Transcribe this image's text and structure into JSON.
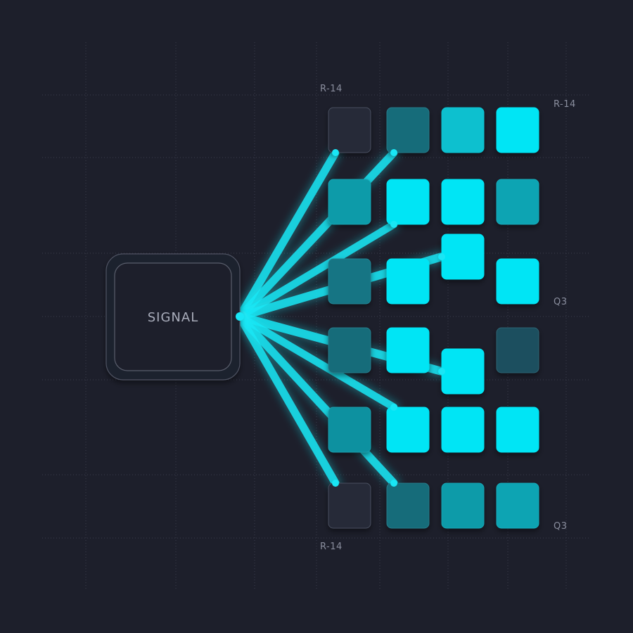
{
  "diagram": {
    "source_label": "SIGNAL",
    "labels": {
      "top_left": "R-14",
      "top_right": "R-14",
      "mid_right": "Q3",
      "bottom_left": "R-14",
      "bottom_right": "Q3"
    },
    "colors": {
      "background": "#1d1f2b",
      "beam": "#19e6f5",
      "cell_on": "#00e5f5",
      "cell_off": "#252b38",
      "node_border": "#5a5e6c"
    },
    "cells": [
      {
        "id": "r1c1",
        "row": 1,
        "col": 1,
        "level": 0.0
      },
      {
        "id": "r1c2",
        "row": 1,
        "col": 2,
        "level": 0.35
      },
      {
        "id": "r1c3",
        "row": 1,
        "col": 3,
        "level": 0.8
      },
      {
        "id": "r1c4",
        "row": 1,
        "col": 4,
        "level": 1.0
      },
      {
        "id": "r2c1",
        "row": 2,
        "col": 1,
        "level": 0.6
      },
      {
        "id": "r2c2",
        "row": 2,
        "col": 2,
        "level": 1.0
      },
      {
        "id": "r2c3",
        "row": 2,
        "col": 3,
        "level": 1.0
      },
      {
        "id": "r2c4",
        "row": 2,
        "col": 4,
        "level": 0.65
      },
      {
        "id": "r3c1",
        "row": 3,
        "col": 1,
        "level": 0.4
      },
      {
        "id": "r3c2",
        "row": 3,
        "col": 2,
        "level": 1.0
      },
      {
        "id": "r3c3",
        "row": 3,
        "col": 3,
        "level": 1.0,
        "offset": "up"
      },
      {
        "id": "r3c4",
        "row": 3,
        "col": 4,
        "level": 1.0
      },
      {
        "id": "r4c1",
        "row": 4,
        "col": 1,
        "level": 0.35
      },
      {
        "id": "r4c2",
        "row": 4,
        "col": 2,
        "level": 1.0
      },
      {
        "id": "r4c3",
        "row": 4,
        "col": 3,
        "level": 1.0,
        "offset": "down"
      },
      {
        "id": "r4c4",
        "row": 4,
        "col": 4,
        "level": 0.2
      },
      {
        "id": "r5c1",
        "row": 5,
        "col": 1,
        "level": 0.55
      },
      {
        "id": "r5c2",
        "row": 5,
        "col": 2,
        "level": 1.0
      },
      {
        "id": "r5c3",
        "row": 5,
        "col": 3,
        "level": 1.0
      },
      {
        "id": "r5c4",
        "row": 5,
        "col": 4,
        "level": 1.0
      },
      {
        "id": "r6c1",
        "row": 6,
        "col": 1,
        "level": 0.0
      },
      {
        "id": "r6c2",
        "row": 6,
        "col": 2,
        "level": 0.35
      },
      {
        "id": "r6c3",
        "row": 6,
        "col": 3,
        "level": 0.6
      },
      {
        "id": "r6c4",
        "row": 6,
        "col": 4,
        "level": 0.65
      }
    ],
    "connections": [
      {
        "target": "r1c1",
        "strength": 0.9
      },
      {
        "target": "r1c2",
        "strength": 0.9
      },
      {
        "target": "r2c2",
        "strength": 0.8
      },
      {
        "target": "r3c3",
        "strength": 1.0
      },
      {
        "target": "r4c3",
        "strength": 1.0
      },
      {
        "target": "r5c2",
        "strength": 0.8
      },
      {
        "target": "r6c1",
        "strength": 0.9
      },
      {
        "target": "r6c2",
        "strength": 0.9
      }
    ]
  }
}
